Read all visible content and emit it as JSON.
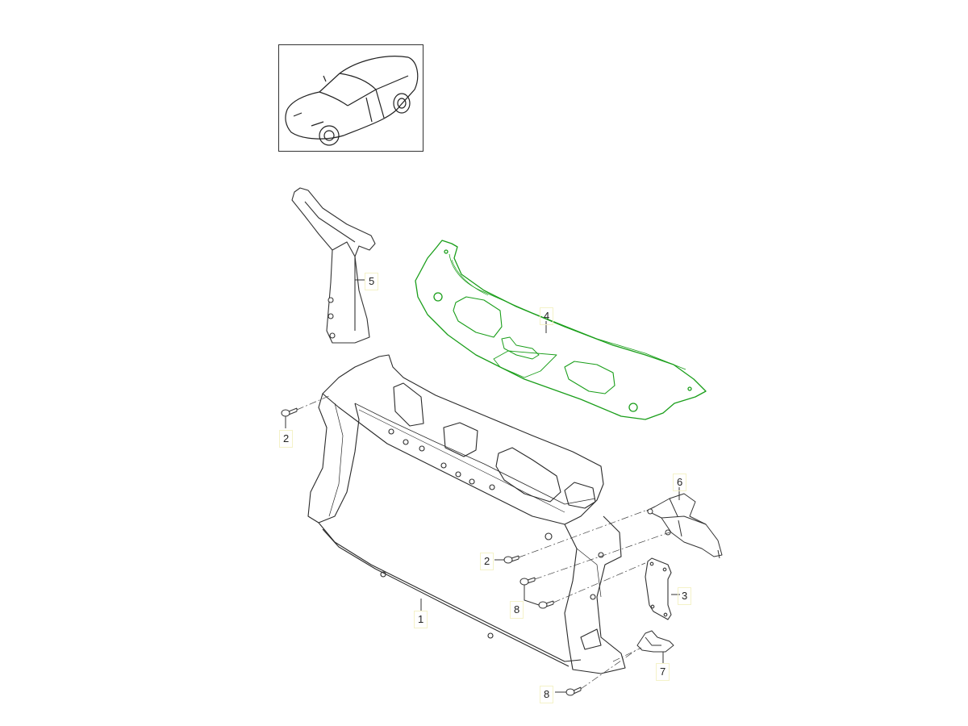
{
  "diagram": {
    "type": "exploded parts diagram",
    "subject": "Front end carrier / radiator support assembly",
    "highlight_color": "#1a9e1a",
    "line_color": "#2a2a2a",
    "thumbnail": {
      "label": "vehicle-overview",
      "icon": "car-thumbnail-icon"
    },
    "callouts": [
      {
        "id": "1",
        "label": "1",
        "part": "front-end-carrier"
      },
      {
        "id": "2a",
        "label": "2",
        "part": "screw-upper-left"
      },
      {
        "id": "2b",
        "label": "2",
        "part": "screw-right"
      },
      {
        "id": "3",
        "label": "3",
        "part": "cover-plate"
      },
      {
        "id": "4",
        "label": "4",
        "part": "upper-trim-panel",
        "highlighted": true
      },
      {
        "id": "5",
        "label": "5",
        "part": "air-guide-bracket"
      },
      {
        "id": "6",
        "label": "6",
        "part": "mounting-bracket"
      },
      {
        "id": "7",
        "label": "7",
        "part": "lower-bracket"
      },
      {
        "id": "8a",
        "label": "8",
        "part": "screw-pair"
      },
      {
        "id": "8b",
        "label": "8",
        "part": "screw-lower"
      }
    ]
  }
}
